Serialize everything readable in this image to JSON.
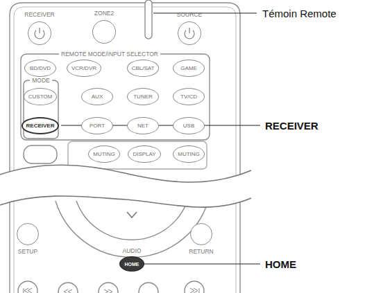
{
  "diagram": {
    "nodes": [
      {
        "text": [
          "RECEIVER"
        ]
      },
      {
        "text": [
          "ZONE2"
        ]
      },
      {
        "text": [
          "SOURCE"
        ]
      },
      {
        "text": [
          "BD/DVD"
        ]
      },
      {
        "text": [
          "VCR/DVR"
        ]
      },
      {
        "text": [
          "CBL/SAT"
        ]
      },
      {
        "text": [
          "GAME"
        ]
      },
      {
        "text": [
          "CUSTOM"
        ]
      },
      {
        "text": [
          "AUX"
        ]
      },
      {
        "text": [
          "TUNER"
        ]
      },
      {
        "text": [
          "TV/CD"
        ]
      },
      {
        "text": [
          "RECEIVER"
        ]
      },
      {
        "text": [
          "PORT"
        ]
      },
      {
        "text": [
          "NET"
        ]
      },
      {
        "text": [
          "USB"
        ]
      },
      {
        "text": [
          "MUTING"
        ]
      },
      {
        "text": [
          "DISPLAY"
        ]
      },
      {
        "text": [
          "MUTING"
        ]
      },
      {
        "text": [
          "SETUP"
        ]
      },
      {
        "text": [
          "RETURN"
        ]
      },
      {
        "text": [
          "HOME"
        ]
      }
    ],
    "labels": [
      "Témoin Remote",
      "REMOTE MODE/INPUT SELECTOR",
      "MODE",
      "RECEIVER",
      "AUDIO",
      "HOME"
    ]
  }
}
